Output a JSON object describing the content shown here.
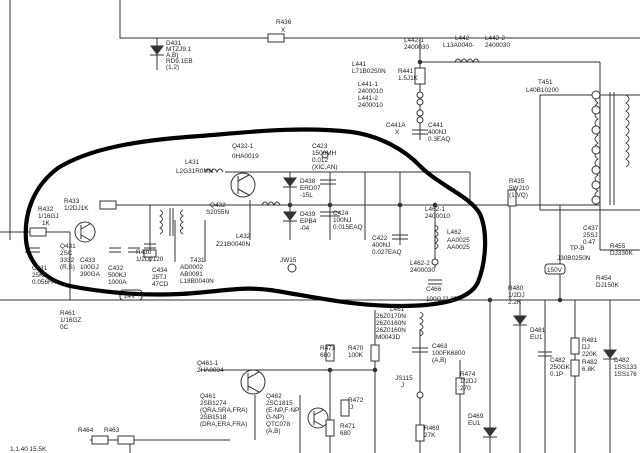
{
  "labels": {
    "r436": "R436",
    "r436x": "X",
    "d431": "D431",
    "d431v1": "MTZJ9.1",
    "d431v2": "A,B)",
    "d431v3": "RD9.1EB",
    "d431v4": "(1,2)",
    "l442_1": "L442-1",
    "l442_1v": "2400030",
    "l441": "L441",
    "l441v": "L71B0250N",
    "r441": "R441",
    "r441v": "1.5J1K",
    "l441_1": "L441-1",
    "l441_1v": "2400010",
    "l441_2": "L441-2",
    "l441_2v": "2400010",
    "l442": "L442",
    "l442v": "L13A0040-",
    "l442_2": "L442-2",
    "l442_2v": "2400030",
    "t451": "T451",
    "t451v": "L40B10200",
    "c441a": "C441A",
    "c441ax": "X",
    "c441": "C441",
    "c441v1": "400NJ",
    "c441v2": "0.3EAQ",
    "q432_1": "Q432-1",
    "q432_1v": "0HA0019",
    "c423": "C423",
    "c423v1": "1500MH",
    "c423v2": "0.012",
    "c423v3": "(XIC,AN)",
    "l431": "L431",
    "l431v": "L2G31R0MN",
    "r433": "R433",
    "r433v": "1/2DJ1K",
    "r432": "R432",
    "r432v1": "1/16GJ",
    "r432v2": "1K",
    "q431": "Q431",
    "q431v1": "2SC",
    "q431v2": "3332",
    "q431v3": "(R,S)",
    "q432": "Q432",
    "q432v": "S2055N",
    "d438": "D438",
    "d438v1": "ERD07",
    "d438v2": "-15L",
    "d439": "D439",
    "d439v1": "EPB4",
    "d439v2": "-04",
    "c424": "C424",
    "c424v1": "100NJ",
    "c424v2": "0.015EAQ",
    "l462_1": "L462-1",
    "l462_1v": "2400010",
    "l432": "L432",
    "l432v": "Z21B0040N",
    "c422": "C422",
    "c422v1": "400NJ",
    "c422v2": "0.027EAQ",
    "l462": "L462",
    "l462_aa": "AA0025",
    "l462_aa2": "AA0025",
    "l462_2": "L462-2",
    "l462_2v": "2400030",
    "c466": "C466",
    "c466v": "100GJ2.2P",
    "c431": "C431",
    "c431v1": "25KZ",
    "c431v2": "0.056FA",
    "c433": "C433",
    "c433v1": "100GJ",
    "c433v2": "390GA",
    "c432": "C432",
    "c432v1": "500KJ",
    "c432v2": "1000A",
    "r430": "R430",
    "r430v": "1/2DJ120",
    "c434": "C434",
    "c434v1": "25TJ",
    "c434v2": "47CD",
    "t431": "T431",
    "t431v1": "AD0002",
    "t431v2": "AB0091",
    "t431v3": "L18B0040N",
    "jw15": "JW15",
    "v24": "24V",
    "r461": "R461",
    "r461v1": "1/16GZ",
    "r461v2": "0C",
    "r435": "R435",
    "r435v1": "5WJ10",
    "r435v2": "(1,VQ)",
    "c437": "C437",
    "c437v1": "25SJ",
    "c437v2": "0.47",
    "tpb": "TP-B",
    "r455": "R455",
    "r455v": "DJ330K",
    "j30b": "J30B0250N",
    "v150": "150V",
    "r454": "R454",
    "r454v": "DJ150K",
    "r480": "R480",
    "r480v1": "1/2DJ",
    "r480v2": "2.2K",
    "q461_1": "Q461-1",
    "q461_1v": "2HA0034",
    "r473": "R473",
    "r473v": "680",
    "l461": "L461",
    "l461v1": "26Z0170N",
    "l461v2": "26Z0160N",
    "l461v3": "26Z0160N",
    "l461v4": "M0043D",
    "r470": "R470",
    "r470v": "100K",
    "c463": "C463",
    "c463v1": "100FK6800",
    "c463v2": "(A,B)",
    "q461": "Q461",
    "q461v1": "2SB1274",
    "q461v2": "(QRA,SRA,FRA)",
    "q461v3": "2SB1518",
    "q461v4": "(DRA,ERA,FRA)",
    "q462": "Q462",
    "q462v1": "2SC1815",
    "q462v2": "(E-NP,F-NP",
    "q462v3": "G-NP)",
    "q462v4": "QTC078",
    "q462v5": "(A,B)",
    "r472": "R472",
    "r472v": "J",
    "r471": "R471",
    "r471v": "680",
    "js115": "JS115",
    "js115v": "J",
    "r474": "R474",
    "r474v1": "1/2DJ",
    "r474v2": "270",
    "r469": "R469",
    "r469v": "27K",
    "d469": "D469",
    "d469v": "EU1",
    "d481": "D481",
    "d481v": "EU1",
    "r481": "R481",
    "r481v1": "DJ",
    "r481v2": "220K",
    "c482": "C482",
    "c482v1": "250GK",
    "c482v2": "0.1P",
    "r482": "R482",
    "r482v": "6.8K",
    "d482": "D482",
    "d482v1": "1SS133",
    "d482v2": "1SS176",
    "r464": "R464",
    "r463": "R463",
    "bottom": "1.1.40   15.5K"
  }
}
